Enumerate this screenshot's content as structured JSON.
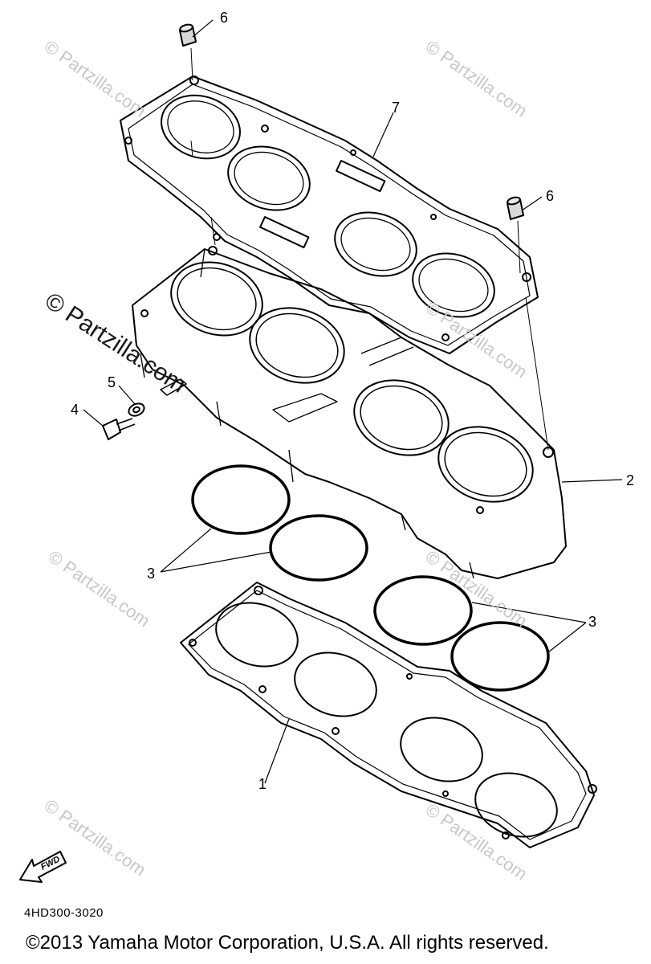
{
  "diagram": {
    "part_labels": [
      "1",
      "2",
      "3",
      "3",
      "4",
      "5",
      "6",
      "6",
      "7"
    ],
    "fwd_label": "FWD",
    "diagram_code": "4HD300-3020",
    "copyright": "©2013 Yamaha Motor Corporation, U.S.A. All rights reserved.",
    "watermark": "© Partzilla.com"
  }
}
